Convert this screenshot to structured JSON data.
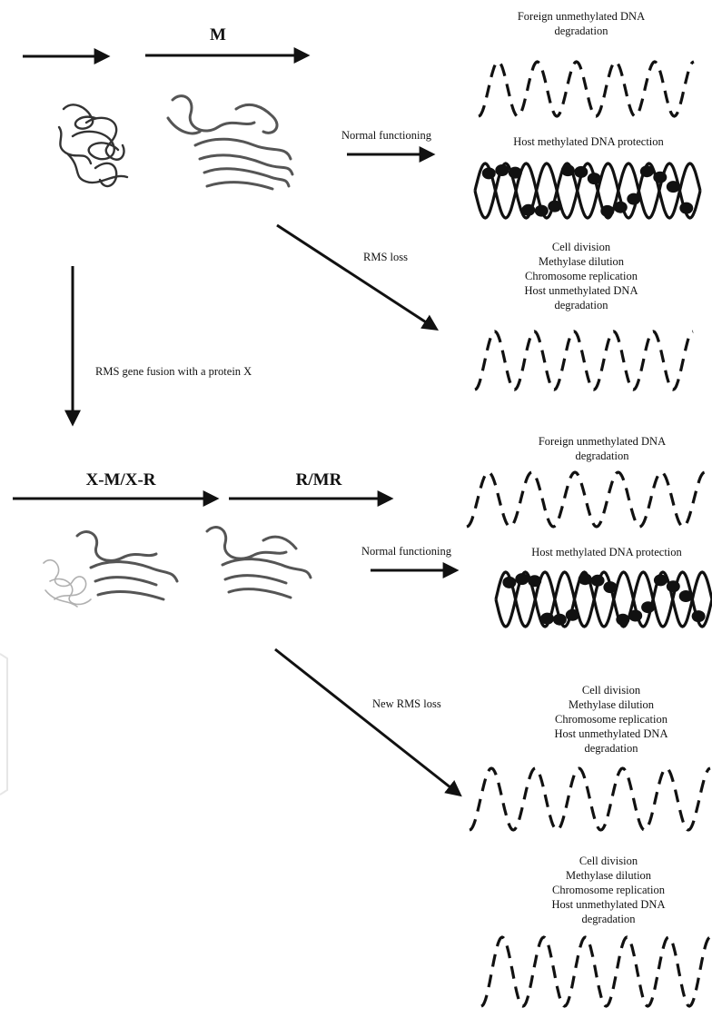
{
  "labels": {
    "m_label": "M",
    "xm_label": "X-M/X-R",
    "rmr_label": "R/MR",
    "normal_1": "Normal functioning",
    "rms_loss": "RMS loss",
    "gene_fusion": "RMS gene fusion with a protein X",
    "normal_2": "Normal functioning",
    "new_rms_loss": "New RMS loss"
  },
  "blocks": {
    "foreign_1": "Foreign unmethylated DNA\ndegradation",
    "host_protect_1": "Host methylated DNA protection",
    "celldiv_1": "Cell division\nMethylase dilution\nChromosome replication\nHost unmethylated DNA\ndegradation",
    "foreign_2": "Foreign unmethylated DNA\ndegradation",
    "host_protect_2": "Host methylated DNA protection",
    "celldiv_2": "Cell division\nMethylase dilution\nChromosome replication\nHost unmethylated DNA\ndegradation",
    "celldiv_3": "Cell division\nMethylase dilution\nChromosome replication\nHost unmethylated DNA\ndegradation"
  },
  "colors": {
    "ink": "#111111",
    "protein_dark": "#3a3a3a",
    "protein_mid": "#6b6b6b",
    "protein_light": "#b5b5b5"
  }
}
